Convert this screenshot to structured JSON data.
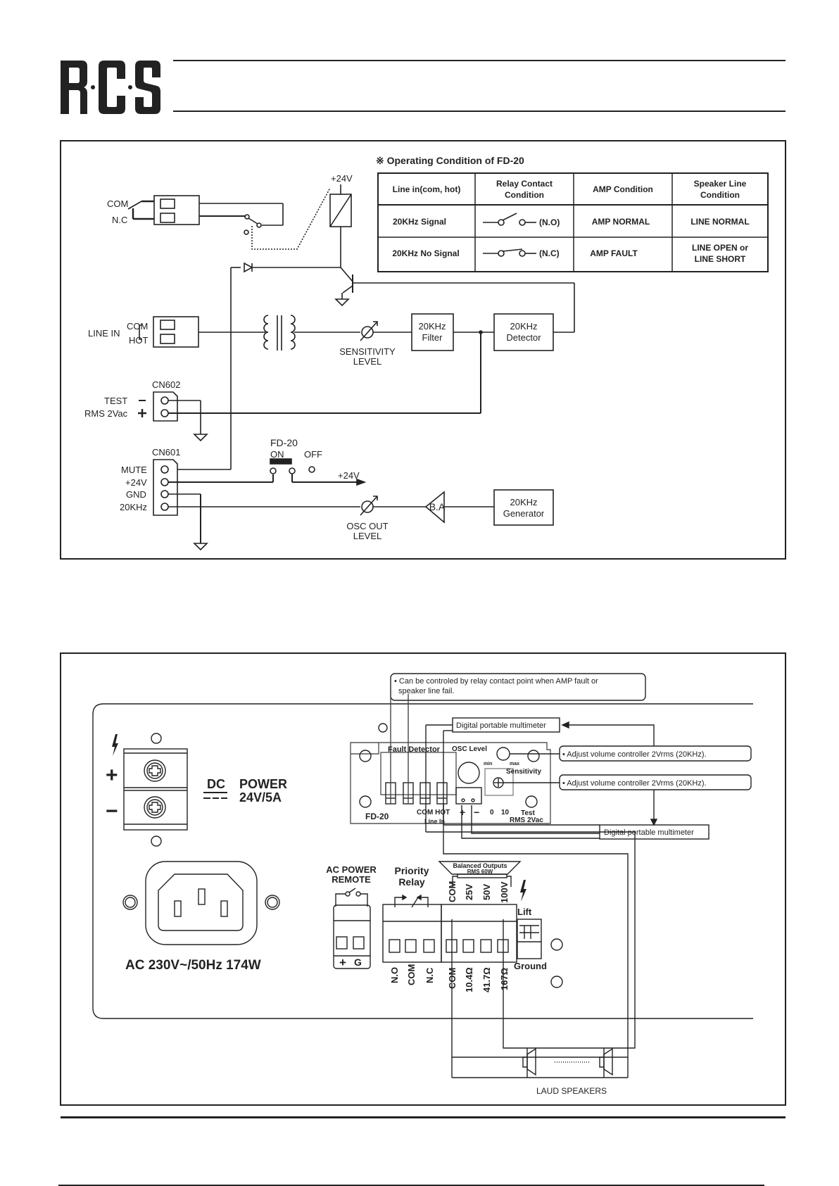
{
  "brand": {
    "logo_text": "R·C·S"
  },
  "schematic": {
    "table_title": "※ Operating Condition of FD-20",
    "table": {
      "headers": [
        "Line in(com, hot)",
        "Relay Contact Condition",
        "AMP Condition",
        "Speaker Line Condition"
      ],
      "header_lines": [
        [
          "Line in(com, hot)"
        ],
        [
          "Relay Contact",
          "Condition"
        ],
        [
          "AMP Condition"
        ],
        [
          "Speaker Line",
          "Condition"
        ]
      ],
      "rows": [
        {
          "line_in": "20KHz Signal",
          "relay": "(N.O)",
          "amp": "AMP NORMAL",
          "speaker": [
            "LINE NORMAL"
          ]
        },
        {
          "line_in": "20KHz No Signal",
          "relay": "(N.C)",
          "amp": "AMP FAULT",
          "speaker": [
            "LINE OPEN or",
            "LINE SHORT"
          ]
        }
      ]
    },
    "labels": {
      "com": "COM",
      "nc": "N.C",
      "v24_top": "+24V",
      "line_in": "LINE IN",
      "line_com": "COM",
      "line_hot": "HOT",
      "sensitivity": [
        "SENSITIVITY",
        "LEVEL"
      ],
      "filter": [
        "20KHz",
        "Filter"
      ],
      "detector": [
        "20KHz",
        "Detector"
      ],
      "cn602": "CN602",
      "test": "TEST",
      "rms": "RMS 2Vac",
      "minus": "−",
      "plus": "+",
      "fd20": "FD-20",
      "on": "ON",
      "off": "OFF",
      "v24_arrow": "+24V",
      "cn601": "CN601",
      "mute": "MUTE",
      "pin_24v": "+24V",
      "gnd": "GND",
      "pin_20k": "20KHz",
      "osc_out": [
        "OSC OUT",
        "LEVEL"
      ],
      "ba": "B.A",
      "generator": [
        "20KHz",
        "Generator"
      ]
    }
  },
  "rear_panel": {
    "callout_relay": [
      "• Can be controled by relay contact point when AMP fault or",
      "speaker line fail."
    ],
    "multimeter_top": "Digital portable multimeter",
    "multimeter_bottom": "Digital portable multimeter",
    "adjust_osc": "• Adjust volume controller 2Vrms (20KHz).",
    "adjust_sens": "• Adjust volume controller 2Vrms (20KHz).",
    "module": {
      "title": "Fault Detector",
      "osc_level": "OSC Level",
      "min": "min",
      "max": "max",
      "sensitivity": "Sensitivity",
      "model": "FD-20",
      "com_hot": "COM HOT",
      "line_in": "Line In",
      "plus": "+",
      "minus": "−",
      "scale_0": "0",
      "scale_10": "10",
      "test": "Test",
      "rms": "RMS 2Vac"
    },
    "dc_power": {
      "dc": "DC",
      "power": "POWER",
      "rating": "24V/5A"
    },
    "ac_label": "AC 230V~/50Hz 174W",
    "ac_remote": [
      "AC POWER",
      "REMOTE"
    ],
    "ac_remote_pins": [
      "+",
      "G"
    ],
    "priority_relay": [
      "Priority",
      "Relay"
    ],
    "relay_pins": [
      "N.O",
      "COM",
      "N.C"
    ],
    "balanced": [
      "Balanced Outputs",
      "RMS 60W"
    ],
    "voltage_taps": [
      "COM",
      "25V",
      "50V",
      "100V"
    ],
    "impedance_taps": [
      "COM",
      "10.4Ω",
      "41.7Ω",
      "167Ω"
    ],
    "lift": "Lift",
    "ground": "Ground",
    "speakers": "LAUD SPEAKERS"
  }
}
